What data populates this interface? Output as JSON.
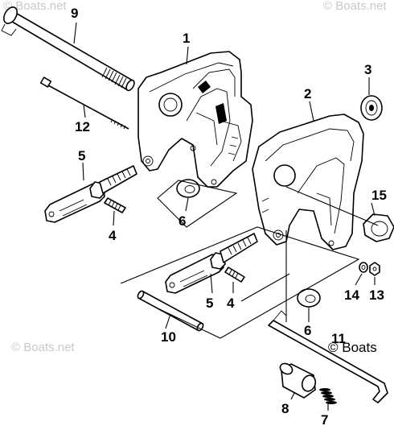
{
  "callouts": [
    {
      "id": "c1",
      "label": "1"
    },
    {
      "id": "c2",
      "label": "2"
    },
    {
      "id": "c3",
      "label": "3"
    },
    {
      "id": "c4a",
      "label": "4"
    },
    {
      "id": "c4b",
      "label": "4"
    },
    {
      "id": "c5a",
      "label": "5"
    },
    {
      "id": "c5b",
      "label": "5"
    },
    {
      "id": "c6a",
      "label": "6"
    },
    {
      "id": "c6b",
      "label": "6"
    },
    {
      "id": "c7",
      "label": "7"
    },
    {
      "id": "c8",
      "label": "8"
    },
    {
      "id": "c9",
      "label": "9"
    },
    {
      "id": "c10",
      "label": "10"
    },
    {
      "id": "c11",
      "label": "11"
    },
    {
      "id": "c12",
      "label": "12"
    },
    {
      "id": "c13",
      "label": "13"
    },
    {
      "id": "c14",
      "label": "14"
    },
    {
      "id": "c15",
      "label": "15"
    }
  ],
  "watermark": {
    "overlay": "© Boats",
    "faint": "© Boats.net"
  }
}
